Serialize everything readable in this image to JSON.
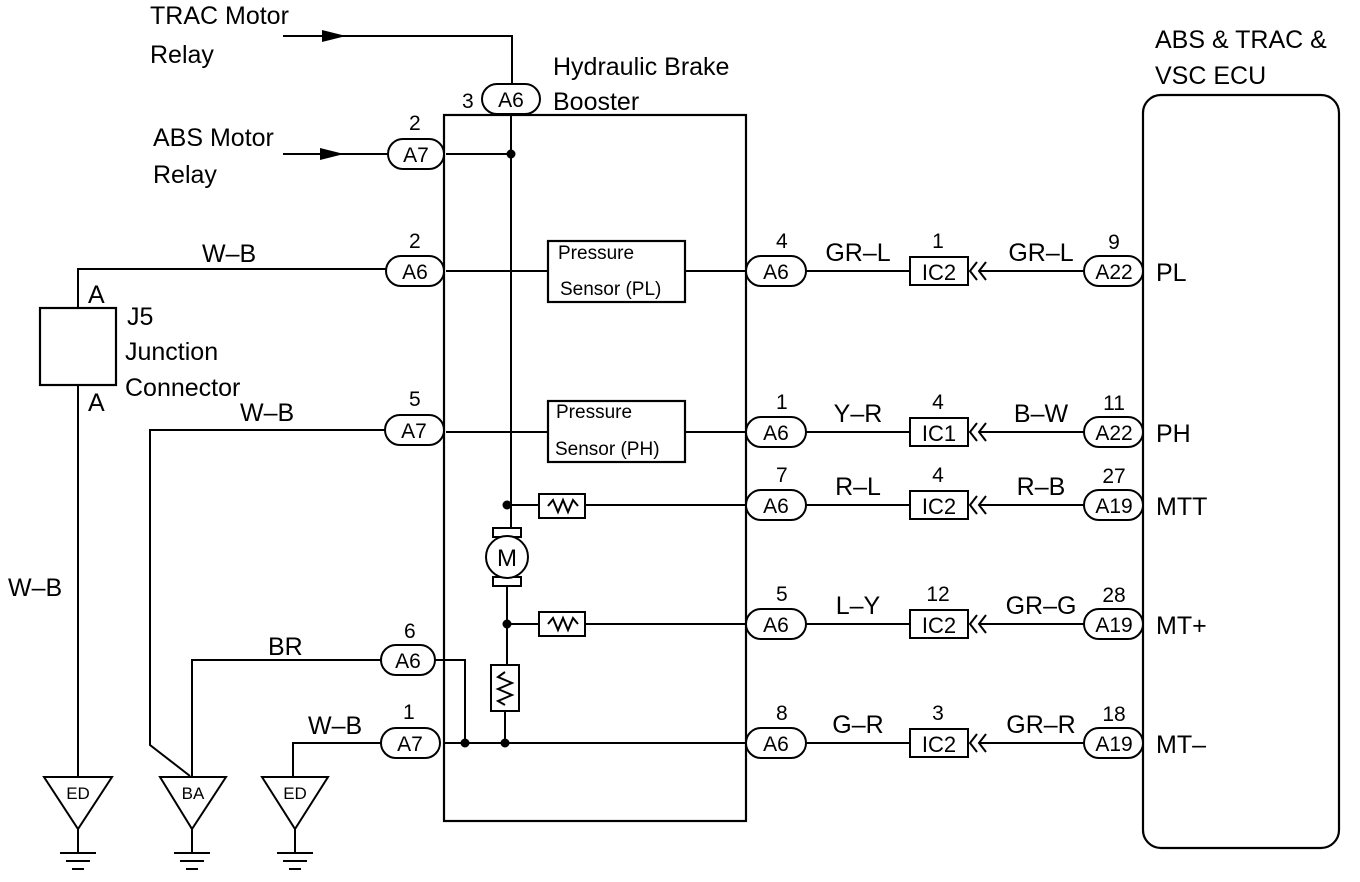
{
  "components": {
    "trac_motor_relay": [
      "TRAC Motor",
      "Relay"
    ],
    "abs_motor_relay": [
      "ABS Motor",
      "Relay"
    ],
    "hydraulic_brake_booster": [
      "Hydraulic Brake",
      "Booster"
    ],
    "ecu": [
      "ABS & TRAC &",
      "VSC ECU"
    ],
    "junction": {
      "id": "J5",
      "lines": [
        "Junction",
        "Connector"
      ],
      "pin_top": "A",
      "pin_bottom": "A"
    },
    "pressure_sensor_pl": [
      "Pressure",
      "Sensor (PL)"
    ],
    "pressure_sensor_ph": [
      "Pressure",
      "Sensor (PH)"
    ],
    "motor": "M"
  },
  "left_connectors": [
    {
      "pin": "3",
      "conn": "A6"
    },
    {
      "pin": "2",
      "conn": "A7",
      "wire": ""
    },
    {
      "pin": "2",
      "conn": "A6",
      "wire": "W–B"
    },
    {
      "pin": "5",
      "conn": "A7",
      "wire": "W–B"
    },
    {
      "pin": "6",
      "conn": "A6",
      "wire": "BR"
    },
    {
      "pin": "1",
      "conn": "A7",
      "wire": "W–B"
    }
  ],
  "wire_left_vertical": "W–B",
  "rows": [
    {
      "bb_pin": "4",
      "bb_conn": "A6",
      "wire1": "GR–L",
      "ic_pin": "1",
      "ic": "IC2",
      "wire2": "GR–L",
      "ecu_pin": "9",
      "ecu_conn": "A22",
      "signal": "PL"
    },
    {
      "bb_pin": "1",
      "bb_conn": "A6",
      "wire1": "Y–R",
      "ic_pin": "4",
      "ic": "IC1",
      "wire2": "B–W",
      "ecu_pin": "11",
      "ecu_conn": "A22",
      "signal": "PH"
    },
    {
      "bb_pin": "7",
      "bb_conn": "A6",
      "wire1": "R–L",
      "ic_pin": "4",
      "ic": "IC2",
      "wire2": "R–B",
      "ecu_pin": "27",
      "ecu_conn": "A19",
      "signal": "MTT"
    },
    {
      "bb_pin": "5",
      "bb_conn": "A6",
      "wire1": "L–Y",
      "ic_pin": "12",
      "ic": "IC2",
      "wire2": "GR–G",
      "ecu_pin": "28",
      "ecu_conn": "A19",
      "signal": "MT+"
    },
    {
      "bb_pin": "8",
      "bb_conn": "A6",
      "wire1": "G–R",
      "ic_pin": "3",
      "ic": "IC2",
      "wire2": "GR–R",
      "ecu_pin": "18",
      "ecu_conn": "A19",
      "signal": "MT–"
    }
  ],
  "grounds": [
    "ED",
    "BA",
    "ED"
  ]
}
